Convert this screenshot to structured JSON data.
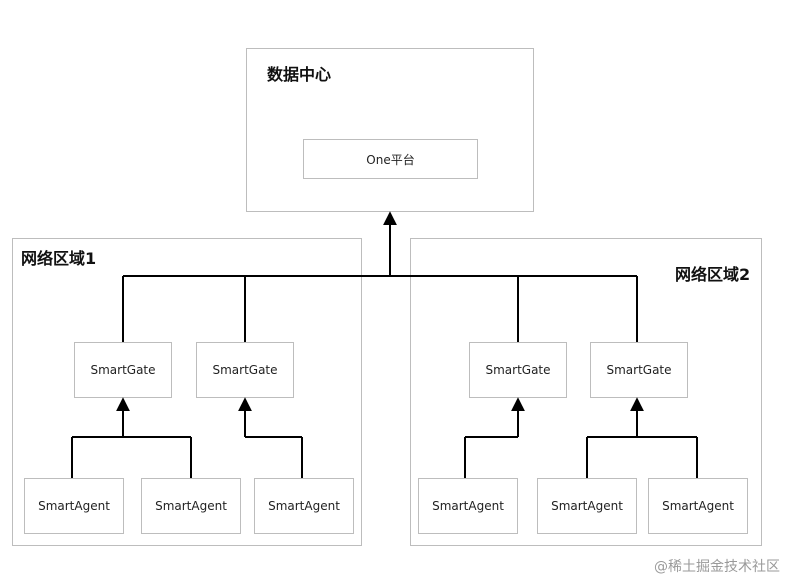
{
  "data_center": {
    "title": "数据中心",
    "platform": "One平台"
  },
  "regions": [
    {
      "title": "网络区域1",
      "gates": [
        {
          "label": "SmartGate",
          "agents": [
            "SmartAgent",
            "SmartAgent"
          ]
        },
        {
          "label": "SmartGate",
          "agents": [
            "SmartAgent"
          ]
        }
      ]
    },
    {
      "title": "网络区域2",
      "gates": [
        {
          "label": "SmartGate",
          "agents": [
            "SmartAgent"
          ]
        },
        {
          "label": "SmartGate",
          "agents": [
            "SmartAgent",
            "SmartAgent"
          ]
        }
      ]
    }
  ],
  "watermark": "@稀土掘金技术社区",
  "colors": {
    "border": "#bdbdbd",
    "line": "#000000",
    "background": "#ffffff"
  }
}
